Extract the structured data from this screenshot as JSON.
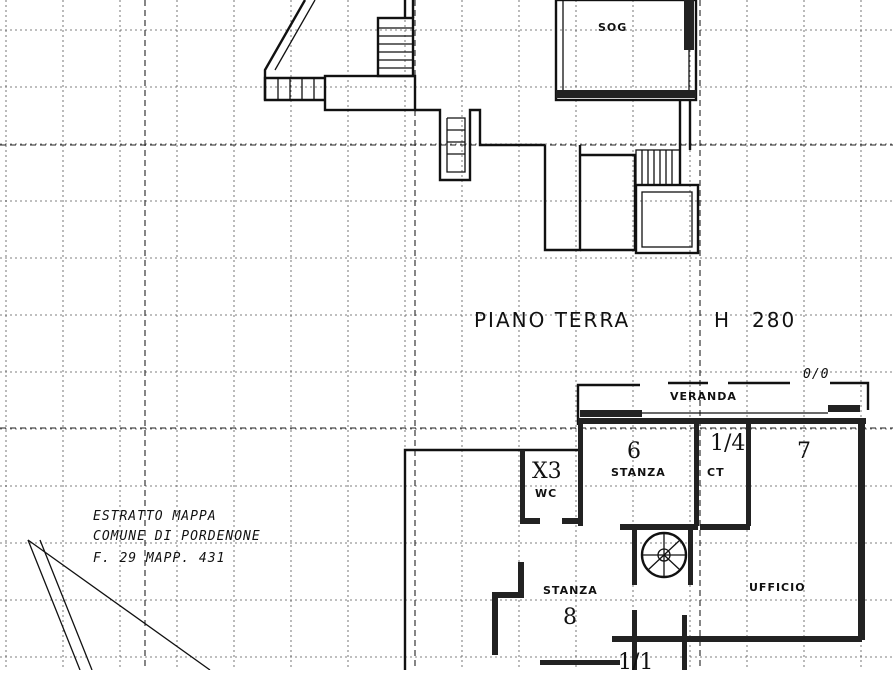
{
  "plan": {
    "title": "PIANO TERRA",
    "height_label": "H",
    "height_value": "280",
    "ground_floor_note": "0/0"
  },
  "rooms": {
    "sog": "SOG",
    "veranda": "VERANDA",
    "stanza_6": "STANZA",
    "stanza_6_number": "6",
    "ct": "CT",
    "ct_number": "1/4",
    "room_7_number": "7",
    "wc": "WC",
    "wc_number": "X3",
    "stanza_8": "STANZA",
    "stanza_8_number": "8",
    "ufficio": "UFFICIO",
    "bottom_number": "1/1"
  },
  "legend": {
    "line1": "ESTRATTO MAPPA",
    "line2": "COMUNE DI PORDENONE",
    "line3": "F. 29 MAPP. 431"
  }
}
